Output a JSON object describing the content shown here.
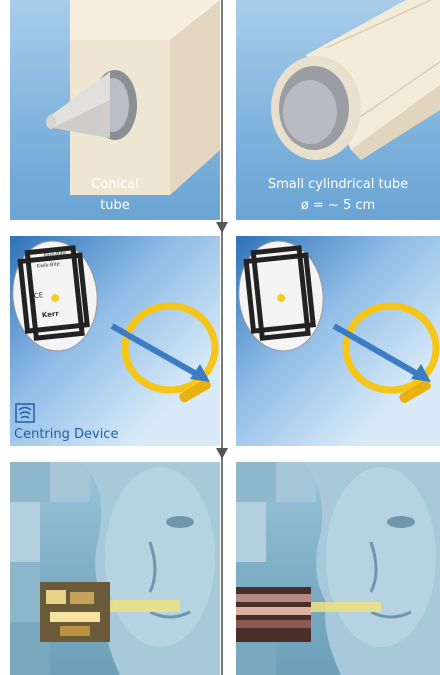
{
  "panels": {
    "top_left": {
      "caption_line1": "Conical",
      "caption_line2": "tube"
    },
    "top_right": {
      "caption_line1": "Small cylindrical tube",
      "caption_line2": "ø = ~ 5 cm"
    },
    "middle_left": {
      "device_label": "Centring Device"
    },
    "card_text": {
      "brand": "Kerr",
      "line_a": "Kwik-Bite",
      "line_b": "Paro-Bite",
      "mark": "CE"
    }
  },
  "colors": {
    "background": "#ffffff",
    "panel_blue": "#7eb2dc",
    "caption_text": "#ffffff",
    "device_label": "#1f5fa8",
    "ring_yellow": "#f5c518",
    "arrow_blue": "#3b7cc4",
    "divider": "#7a7a7a"
  },
  "icons": [
    "centring-device-icon",
    "down-arrow-icon"
  ]
}
